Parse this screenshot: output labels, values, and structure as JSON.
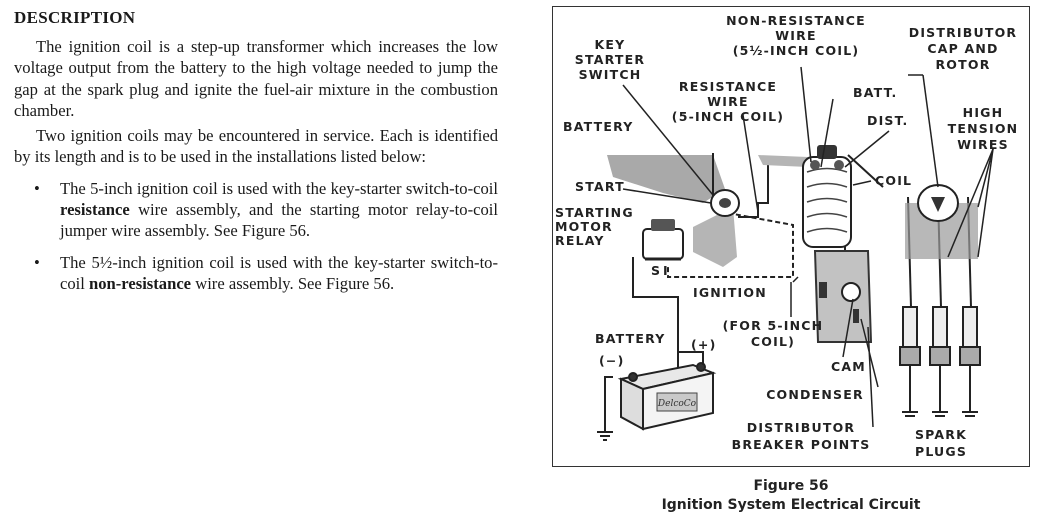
{
  "description": {
    "heading": "DESCRIPTION",
    "para1": "The ignition coil is a step-up transformer which increases the low voltage output from the battery to the high voltage needed to jump the gap at the spark plug and ignite the fuel-air mixture in the combustion chamber.",
    "para2": "Two ignition coils may be encountered in service. Each is identified by its length and is to be used in the installations listed below:",
    "bullets": [
      {
        "pre": "The 5-inch ignition coil is used with the key-starter switch-to-coil ",
        "bold": "resistance",
        "post": " wire assembly, and the starting motor relay-to-coil jumper wire assembly. See Figure 56."
      },
      {
        "pre": "The 5½-inch ignition coil is used with the key-starter switch-to-coil ",
        "bold": "non-resistance",
        "post": " wire assembly. See Figure 56."
      }
    ]
  },
  "figure": {
    "caption_number": "Figure 56",
    "caption_title": "Ignition System Electrical Circuit",
    "labels": {
      "key_starter_switch": [
        "KEY",
        "STARTER",
        "SWITCH"
      ],
      "nonres_wire": [
        "NON-RESISTANCE",
        "WIRE",
        "(5½-INCH COIL)"
      ],
      "distributor_cap": [
        "DISTRIBUTOR",
        "CAP AND",
        "ROTOR"
      ],
      "resistance_wire": [
        "RESISTANCE",
        "WIRE",
        "(5-INCH COIL)"
      ],
      "batt": "BATT.",
      "battery_top": "BATTERY",
      "dist": "DIST.",
      "high_tension": [
        "HIGH",
        "TENSION",
        "WIRES"
      ],
      "start": "START",
      "coil": "COIL",
      "starting_motor_relay": [
        "STARTING",
        "MOTOR",
        "RELAY"
      ],
      "relay_s": "S",
      "relay_i": "I",
      "ignition": "IGNITION",
      "for_5inch_coil": [
        "(FOR 5-INCH",
        "COIL)"
      ],
      "battery_bottom": "BATTERY",
      "minus": "(−)",
      "plus": "(+)",
      "cam": "CAM",
      "condenser": "CONDENSER",
      "breaker_points": [
        "DISTRIBUTOR",
        "BREAKER POINTS"
      ],
      "spark_plugs": [
        "SPARK",
        "PLUGS"
      ],
      "battery_brand": "DelcoCo"
    }
  }
}
